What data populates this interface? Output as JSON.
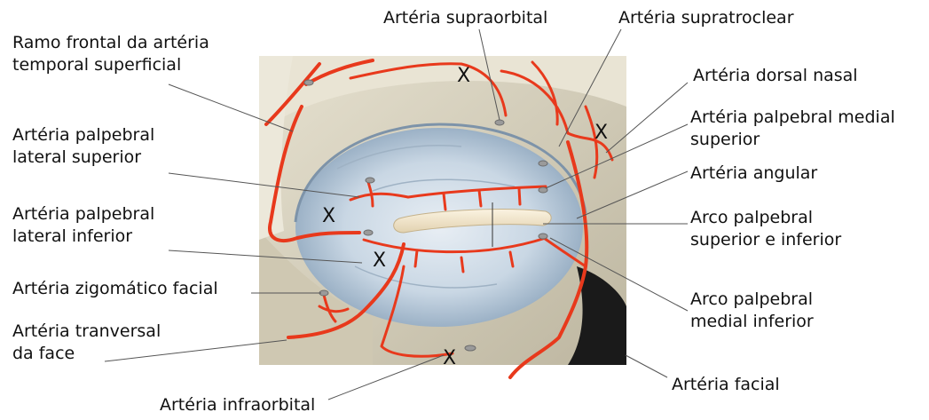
{
  "labels": {
    "ramo_frontal": "Ramo frontal da artéria\ntemporal superficial",
    "supraorbital": "Artéria supraorbital",
    "supratroclear": "Artéria supratroclear",
    "dorsal_nasal": "Artéria dorsal nasal",
    "palpebral_medial_superior": "Artéria palpebral medial\nsuperior",
    "palpebral_lateral_superior": "Artéria palpebral\nlateral superior",
    "angular": "Artéria angular",
    "palpebral_lateral_inferior": "Artéria palpebral\nlateral inferior",
    "arco_superior_inferior": "Arco palpebral\nsuperior e inferior",
    "zigomatico_facial": "Artéria zigomático facial",
    "arco_medial_inferior": "Arco palpebral\nmedial inferior",
    "transversal_face": "Artéria tranversal\nda face",
    "facial": "Artéria facial",
    "infraorbital": "Artéria infraorbital"
  },
  "markers": {
    "x1": "X",
    "x2": "X",
    "x3": "X",
    "x4": "X",
    "x5": "X"
  },
  "colors": {
    "artery": "#e8391c",
    "bone": "#d8d2bf",
    "orbit": "#b9c9d9",
    "leader": "#555555"
  }
}
